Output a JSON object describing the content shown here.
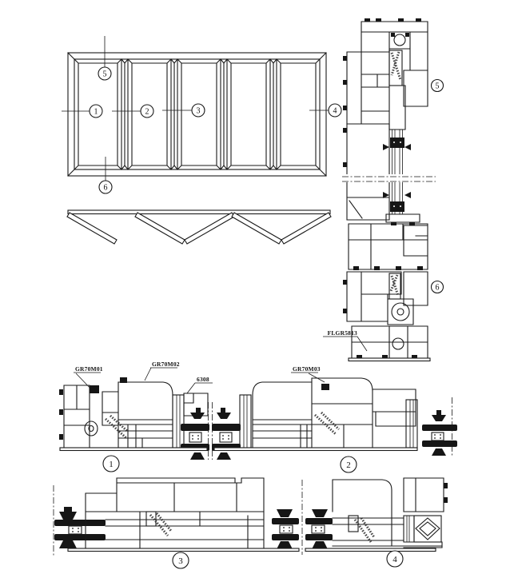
{
  "colors": {
    "line": "#1a1a1a",
    "background": "#ffffff"
  },
  "callouts": {
    "1": "1",
    "2": "2",
    "3": "3",
    "4": "4",
    "5": "5",
    "6": "6"
  },
  "labels": {
    "flgr5813": "FLGR5813",
    "gr70m01": "GR70M01",
    "gr70m02": "GR70M02",
    "item6308": "6308",
    "gr70m03": "GR70M03"
  }
}
